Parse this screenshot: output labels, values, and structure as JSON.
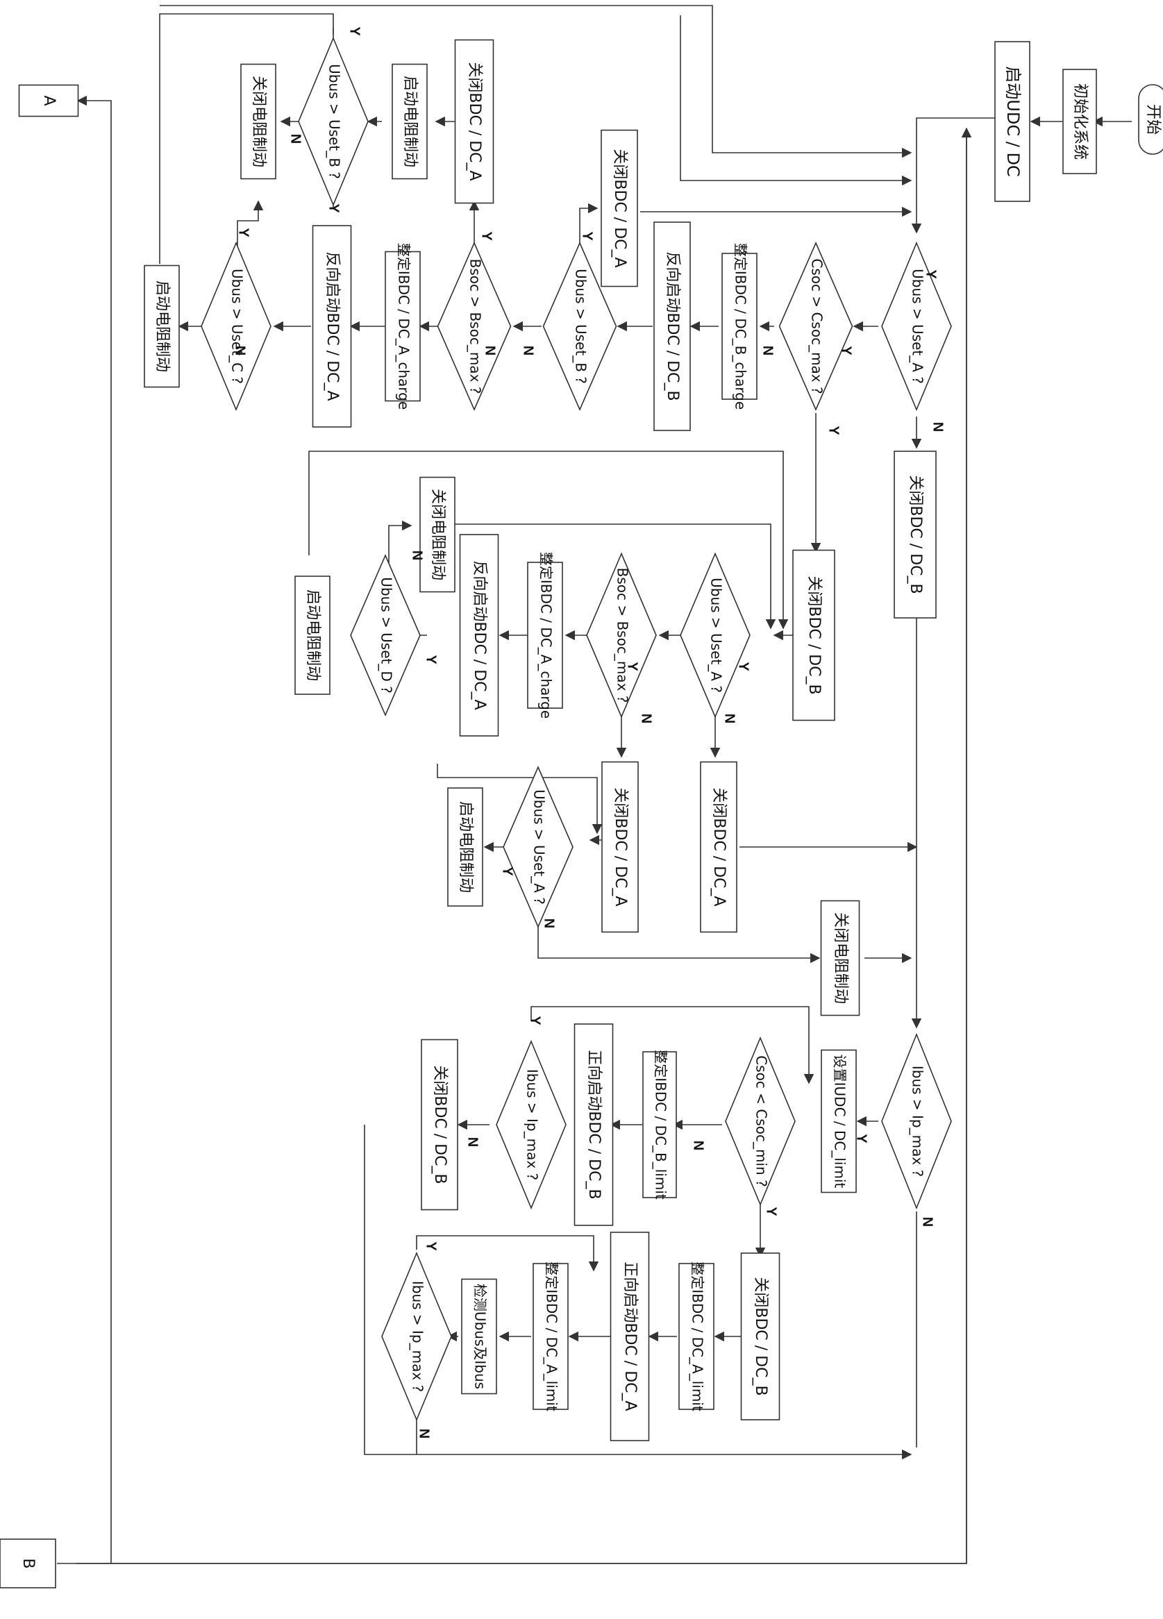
{
  "nodes": {
    "start": "开始",
    "init": "初始化系统",
    "start_udc": "启动UDC / DC",
    "d_ubus_a1": "Ubus > Uset_A ?",
    "close_b1": "关闭BDC / DC_B",
    "d_csoc_max": "Csoc > Csoc_max ?",
    "set_i_b_charge": "整定IBDC / DC_B_charge",
    "rev_start_b": "反向启动BDC / DC_B",
    "d_ubus_b1": "Ubus > Uset_B ?",
    "close_a1": "关闭BDC / DC_A",
    "d_bsoc_max1": "Bsoc > Bsoc_max ?",
    "close_a2": "关闭BDC / DC_A",
    "start_res1": "启动电阻制动",
    "d_ubus_b2": "Ubus > Uset_B ?",
    "close_res1": "关闭电阻制动",
    "set_i_a_charge1": "整定IBDC / DC_A_charge",
    "rev_start_a1": "反向启动BDC / DC_A",
    "d_ubus_c": "Ubus > Uset_C ?",
    "start_res2": "启动电阻制动",
    "close_res2": "关闭电阻制动",
    "close_b2": "关闭BDC / DC_B",
    "d_ubus_a2": "Ubus > Uset_A ?",
    "d_bsoc_max2": "Bsoc > Bsoc_max ?",
    "set_i_a_charge2": "整定IBDC / DC_A_charge",
    "rev_start_a2": "反向启动BDC / DC_A",
    "d_ubus_d": "Ubus > Uset_D ?",
    "start_res3": "启动电阻制动",
    "close_res3": "关闭电阻制动",
    "close_a3": "关闭BDC / DC_A",
    "close_a4": "关闭BDC / DC_A",
    "d_ubus_a3": "Ubus > Uset_A ?",
    "start_res4": "启动电阻制动",
    "close_res4": "关闭电阻制动",
    "d_ibus_max1": "Ibus > Ip_max ?",
    "set_i_udc": "设置IUDC / DC_limit",
    "d_csoc_min": "Csoc < Csoc_min ?",
    "set_i_b_limit": "整定IBDC / DC_B_limit",
    "fwd_start_b": "正向启动BDC / DC_B",
    "d_ibus_max2": "Ibus > Ip_max ?",
    "close_b3": "关闭BDC / DC_B",
    "close_b4": "关闭BDC / DC_B",
    "set_i_a_limit1": "整定IBDC / DC_A_limit",
    "fwd_start_a": "正向启动BDC / DC_A",
    "set_i_a_limit2": "整定IBDC / DC_A_limit",
    "detect": "检测Ubus及Ibus",
    "d_ibus_max3": "Ibus > Ip_max ?",
    "conn_a": "A",
    "conn_b": "B"
  },
  "branch_labels": {
    "yes": "Y",
    "no": "N"
  }
}
